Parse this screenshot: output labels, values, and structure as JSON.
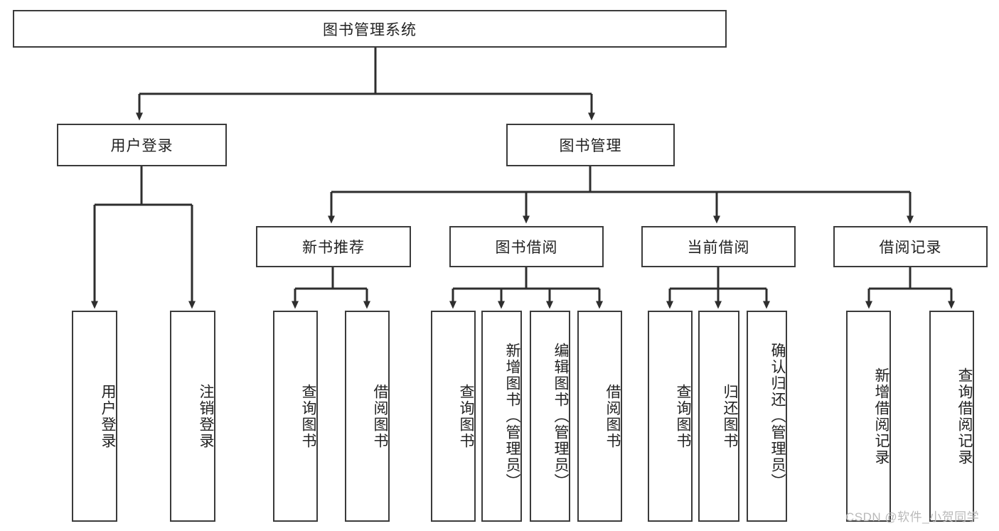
{
  "diagram": {
    "type": "tree-hierarchy",
    "title": "图书管理系统",
    "root": {
      "label": "图书管理系统"
    },
    "level2": [
      {
        "label": "用户登录"
      },
      {
        "label": "图书管理"
      }
    ],
    "level3": [
      {
        "label": "新书推荐"
      },
      {
        "label": "图书借阅"
      },
      {
        "label": "当前借阅"
      },
      {
        "label": "借阅记录"
      }
    ],
    "leaves": {
      "user_login": [
        {
          "label": "用户登录"
        },
        {
          "label": "注销登录"
        }
      ],
      "new_book_recommend": [
        {
          "label": "查询图书"
        },
        {
          "label": "借阅图书"
        }
      ],
      "book_borrow": [
        {
          "label": "查询图书"
        },
        {
          "label": "新增图书（管理员）"
        },
        {
          "label": "编辑图书（管理员）"
        },
        {
          "label": "借阅图书"
        }
      ],
      "current_borrow": [
        {
          "label": "查询图书"
        },
        {
          "label": "归还图书"
        },
        {
          "label": "确认归还（管理员）"
        }
      ],
      "borrow_record": [
        {
          "label": "新增借阅记录"
        },
        {
          "label": "查询借阅记录"
        }
      ]
    }
  },
  "watermark": {
    "text": "CSDN @软件_小贺同学"
  },
  "colors": {
    "border": "#3b3b3b",
    "fill": "#ffffff",
    "text": "#222222",
    "watermark": "#b9b9b9"
  }
}
